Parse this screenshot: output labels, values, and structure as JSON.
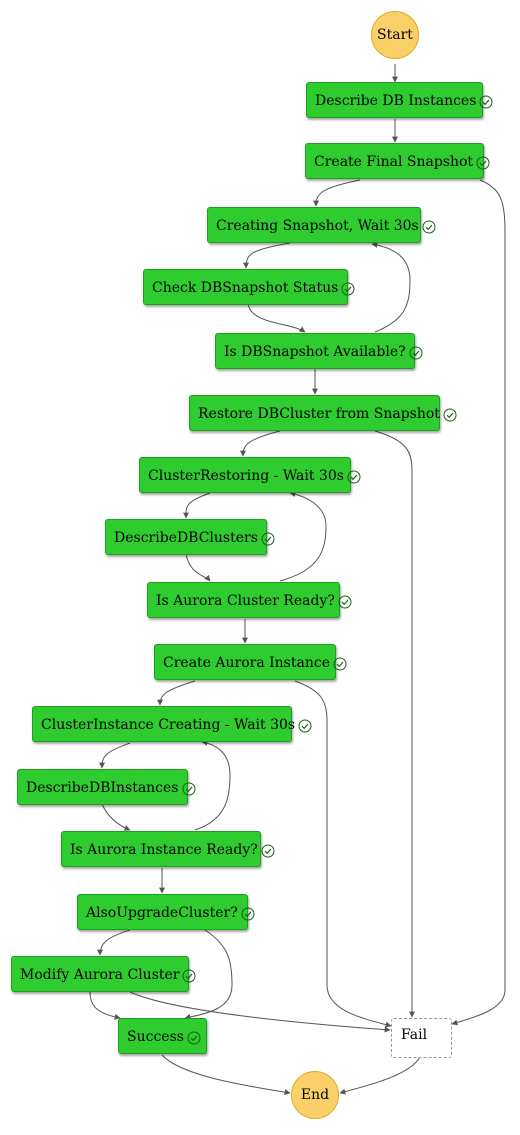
{
  "start_label": "Start",
  "end_label": "End",
  "fail_label": "Fail",
  "steps": [
    "Describe DB Instances",
    "Create Final Snapshot",
    "Creating Snapshot, Wait 30s",
    "Check DBSnapshot Status",
    "Is DBSnapshot Available?",
    "Restore DBCluster from Snapshot",
    "ClusterRestoring - Wait 30s",
    "DescribeDBClusters",
    "Is Aurora Cluster Ready?",
    "Create Aurora Instance",
    "ClusterInstance Creating - Wait 30s",
    "DescribeDBInstances",
    "Is Aurora Instance Ready?",
    "AlsoUpgradeCluster?",
    "Modify Aurora Cluster",
    "Success"
  ],
  "colors": {
    "task_fill": "#2ecc2e",
    "terminal_fill": "#fbd069",
    "edge": "#555555"
  }
}
